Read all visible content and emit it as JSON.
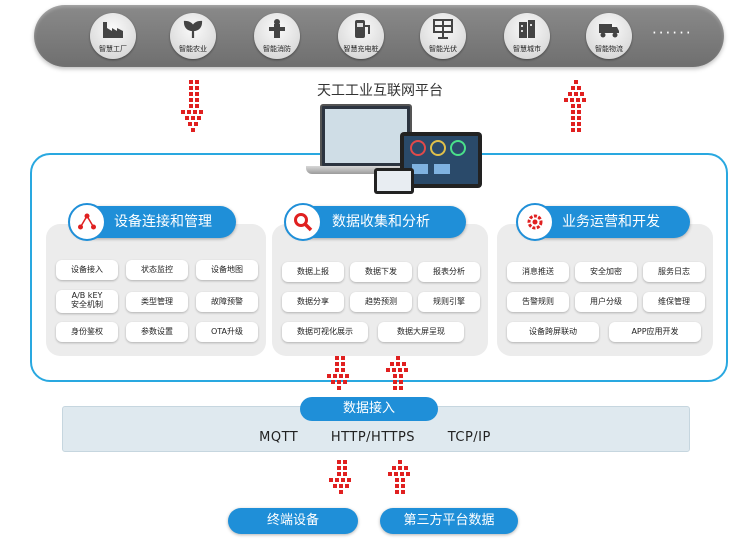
{
  "scenarios": [
    {
      "label": "智慧工厂",
      "icon": "factory-icon"
    },
    {
      "label": "智能农业",
      "icon": "plant-icon"
    },
    {
      "label": "智能消防",
      "icon": "hydrant-icon"
    },
    {
      "label": "智慧充电桩",
      "icon": "charger-icon"
    },
    {
      "label": "智能光伏",
      "icon": "solar-icon"
    },
    {
      "label": "智慧城市",
      "icon": "building-icon"
    },
    {
      "label": "智能物流",
      "icon": "truck-icon"
    }
  ],
  "scenarios_more": "······",
  "platform_title": "天工工业互联网平台",
  "modules": [
    {
      "title": "设备连接和管理",
      "icon": "network-icon",
      "items": [
        "设备接入",
        "状态监控",
        "设备地图",
        "A/B kEY\n安全机制",
        "类型管理",
        "故障预警",
        "身份鉴权",
        "参数设置",
        "OTA升级"
      ]
    },
    {
      "title": "数据收集和分析",
      "icon": "magnifier-icon",
      "items": [
        "数据上报",
        "数据下发",
        "报表分析",
        "数据分享",
        "趋势预测",
        "规则引擎",
        "数据可视化展示",
        "数据大屏呈现"
      ]
    },
    {
      "title": "业务运营和开发",
      "icon": "gear-icon",
      "items": [
        "消息推送",
        "安全加密",
        "服务日志",
        "告警规则",
        "用户分级",
        "维保管理",
        "设备跨屏联动",
        "APP应用开发"
      ]
    }
  ],
  "data_access": {
    "title": "数据接入",
    "protocols": [
      "MQTT",
      "HTTP/HTTPS",
      "TCP/IP"
    ]
  },
  "bottom": {
    "terminal": "终端设备",
    "third_party": "第三方平台数据"
  },
  "colors": {
    "accent": "#1f8fd8",
    "border": "#29a8e0",
    "arrow": "#e02020"
  }
}
